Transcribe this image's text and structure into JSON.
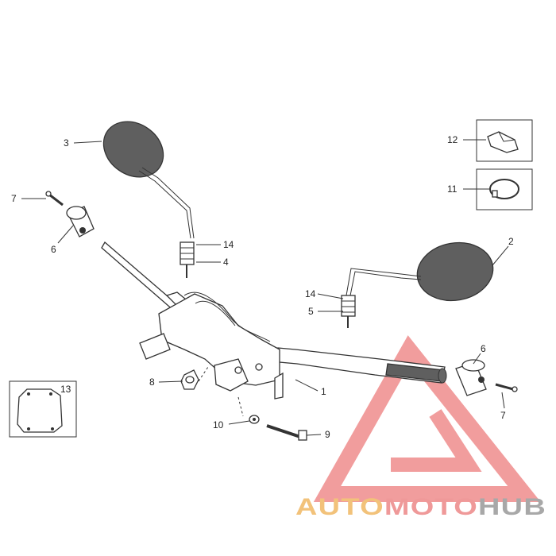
{
  "callouts": {
    "c1": "1",
    "c2": "2",
    "c3": "3",
    "c4": "4",
    "c5": "5",
    "c6_left": "6",
    "c6_right": "6",
    "c7_left": "7",
    "c7_right": "7",
    "c8": "8",
    "c9": "9",
    "c10": "10",
    "c11": "11",
    "c12": "12",
    "c13": "13",
    "c14_left": "14",
    "c14_right": "14"
  },
  "watermark": {
    "part1": "AUTO",
    "part2": "MOTO",
    "part3": "HUB",
    "color1": "#f2c27a",
    "color2": "#ef9999",
    "color3": "#a8a8a8",
    "triangle_color": "#ef8c8c"
  }
}
